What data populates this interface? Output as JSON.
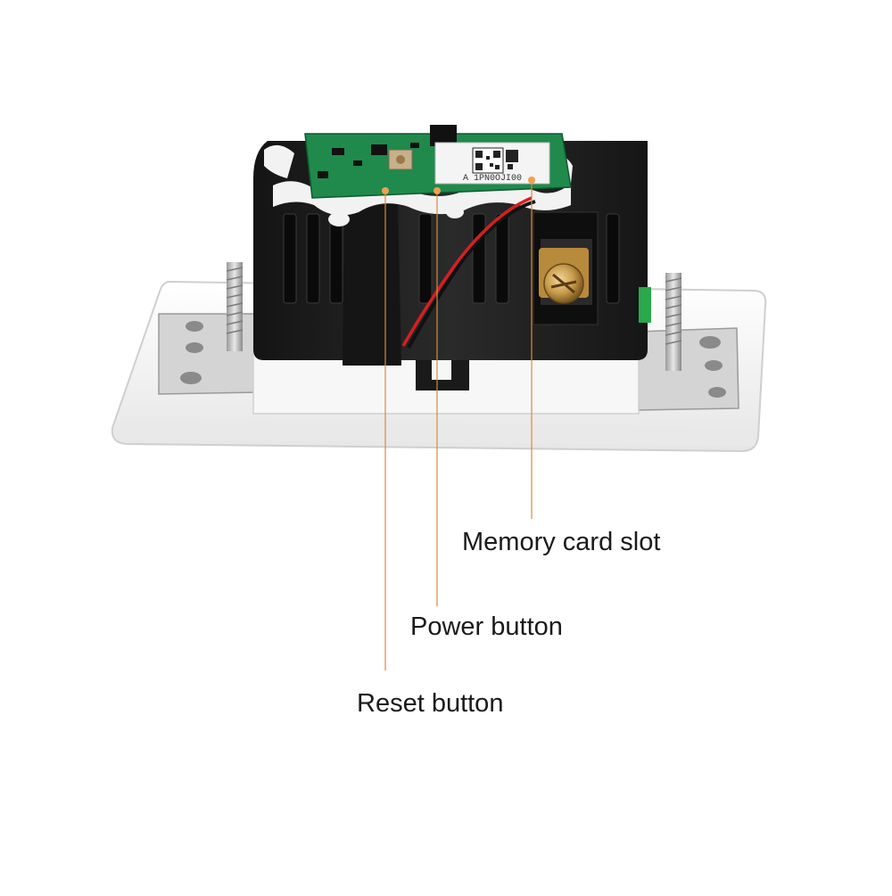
{
  "labels": {
    "memory_card_slot": "Memory card slot",
    "power_button": "Power button",
    "reset_button": "Reset button"
  },
  "qr_sticker_text": "A 1PN0OJI00",
  "colors": {
    "leader_line": "#d98a3c",
    "marker_dot": "#f0a050",
    "housing": "#1e1e1e",
    "pcb": "#1f8a4c",
    "wall_plate": "#f4f4f4",
    "wire_red": "#d42020",
    "wire_black": "#111111"
  }
}
